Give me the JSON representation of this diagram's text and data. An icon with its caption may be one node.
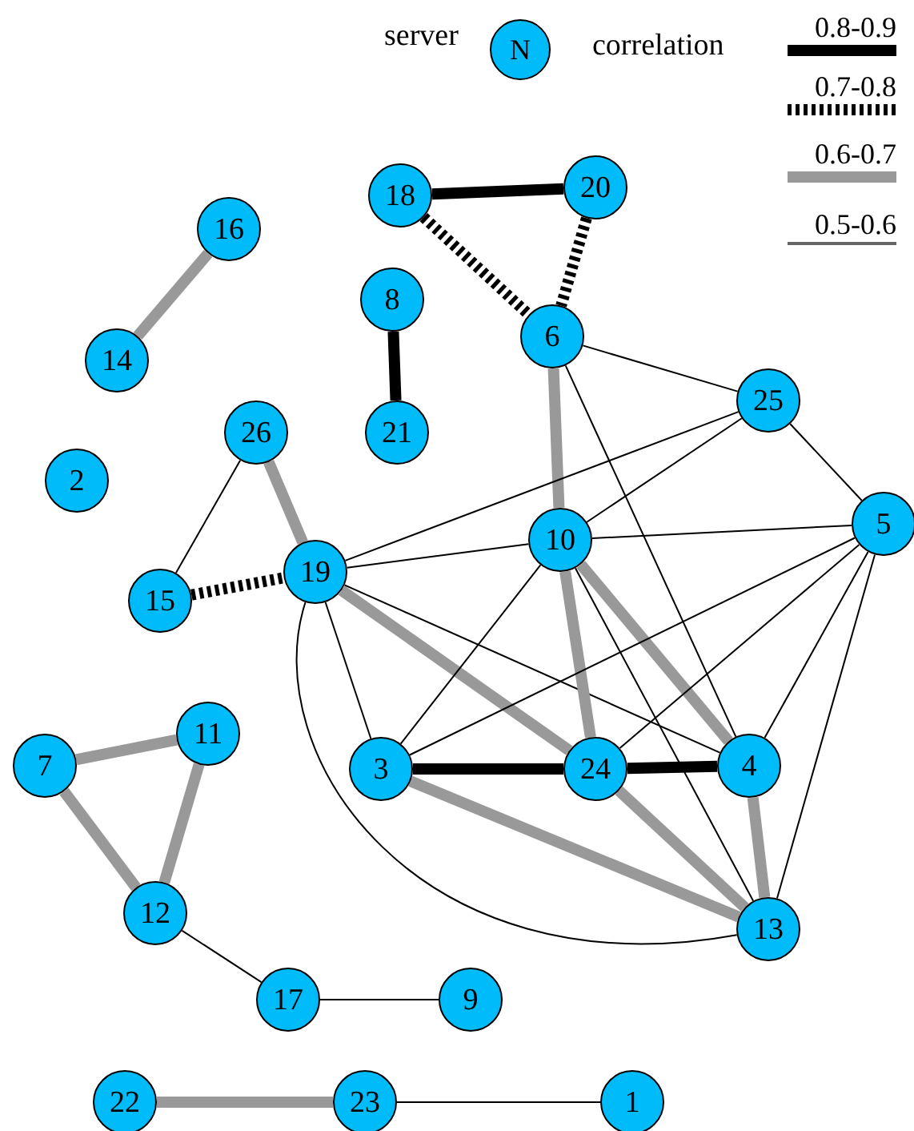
{
  "diagram": {
    "nodes": [
      {
        "text": [
          "16"
        ]
      },
      {
        "text": [
          "18"
        ]
      },
      {
        "text": [
          "20"
        ]
      },
      {
        "text": [
          "8"
        ]
      },
      {
        "text": [
          "6"
        ]
      },
      {
        "text": [
          "14"
        ]
      },
      {
        "text": [
          "25"
        ]
      },
      {
        "text": [
          "26"
        ]
      },
      {
        "text": [
          "21"
        ]
      },
      {
        "text": [
          "2"
        ]
      },
      {
        "text": [
          "5"
        ]
      },
      {
        "text": [
          "10"
        ]
      },
      {
        "text": [
          "19"
        ]
      },
      {
        "text": [
          "15"
        ]
      },
      {
        "text": [
          "7"
        ]
      },
      {
        "text": [
          "11"
        ]
      },
      {
        "text": [
          "3"
        ]
      },
      {
        "text": [
          "24"
        ]
      },
      {
        "text": [
          "4"
        ]
      },
      {
        "text": [
          "12"
        ]
      },
      {
        "text": [
          "13"
        ]
      },
      {
        "text": [
          "17"
        ]
      },
      {
        "text": [
          "9"
        ]
      },
      {
        "text": [
          "22"
        ]
      },
      {
        "text": [
          "23"
        ]
      },
      {
        "text": [
          "1"
        ]
      }
    ],
    "edges": [
      {
        "from": 0,
        "to": 5,
        "arrow": "none",
        "style": "thick",
        "color": "#999999"
      },
      {
        "from": 1,
        "to": 2,
        "arrow": "none",
        "style": "thick"
      },
      {
        "from": 1,
        "to": 4,
        "arrow": "none",
        "style": "dashed"
      },
      {
        "from": 2,
        "to": 4,
        "arrow": "none",
        "style": "dashed"
      },
      {
        "from": 3,
        "to": 8,
        "arrow": "none",
        "style": "thick"
      },
      {
        "from": 4,
        "to": 11,
        "arrow": "none",
        "style": "thick",
        "color": "#999999"
      },
      {
        "from": 4,
        "to": 6,
        "arrow": "none"
      },
      {
        "from": 4,
        "to": 18,
        "arrow": "none"
      },
      {
        "from": 6,
        "to": 12,
        "arrow": "none"
      },
      {
        "from": 6,
        "to": 11,
        "arrow": "none"
      },
      {
        "from": 6,
        "to": 10,
        "arrow": "none"
      },
      {
        "from": 7,
        "to": 12,
        "arrow": "none",
        "style": "thick",
        "color": "#999999"
      },
      {
        "from": 7,
        "to": 13,
        "arrow": "none"
      },
      {
        "from": 13,
        "to": 12,
        "arrow": "none",
        "style": "dashed"
      },
      {
        "from": 12,
        "to": 11,
        "arrow": "none"
      },
      {
        "from": 12,
        "to": 16,
        "arrow": "none"
      },
      {
        "from": 12,
        "to": 17,
        "arrow": "none",
        "style": "thick",
        "color": "#999999"
      },
      {
        "from": 12,
        "to": 18,
        "arrow": "none"
      },
      {
        "from": 12,
        "to": 20,
        "arrow": "none"
      },
      {
        "from": 11,
        "to": 10,
        "arrow": "none"
      },
      {
        "from": 11,
        "to": 16,
        "arrow": "none"
      },
      {
        "from": 11,
        "to": 17,
        "arrow": "none",
        "style": "thick",
        "color": "#999999"
      },
      {
        "from": 11,
        "to": 18,
        "arrow": "none",
        "style": "thick",
        "color": "#999999"
      },
      {
        "from": 11,
        "to": 20,
        "arrow": "none"
      },
      {
        "from": 10,
        "to": 16,
        "arrow": "none"
      },
      {
        "from": 10,
        "to": 17,
        "arrow": "none"
      },
      {
        "from": 10,
        "to": 18,
        "arrow": "none"
      },
      {
        "from": 10,
        "to": 20,
        "arrow": "none"
      },
      {
        "from": 16,
        "to": 17,
        "arrow": "none",
        "style": "thick"
      },
      {
        "from": 17,
        "to": 18,
        "arrow": "none",
        "style": "thick"
      },
      {
        "from": 16,
        "to": 20,
        "arrow": "none",
        "style": "thick",
        "color": "#999999"
      },
      {
        "from": 17,
        "to": 20,
        "arrow": "none",
        "style": "thick",
        "color": "#999999"
      },
      {
        "from": 18,
        "to": 20,
        "arrow": "none",
        "style": "thick",
        "color": "#999999"
      },
      {
        "from": 14,
        "to": 15,
        "arrow": "none",
        "style": "thick",
        "color": "#999999"
      },
      {
        "from": 14,
        "to": 19,
        "arrow": "none",
        "style": "thick",
        "color": "#999999"
      },
      {
        "from": 15,
        "to": 19,
        "arrow": "none",
        "style": "thick",
        "color": "#999999"
      },
      {
        "from": 19,
        "to": 21,
        "arrow": "none"
      },
      {
        "from": 21,
        "to": 22,
        "arrow": "none"
      },
      {
        "from": 23,
        "to": 24,
        "arrow": "none",
        "style": "thick",
        "color": "#999999"
      },
      {
        "from": 24,
        "to": 25,
        "arrow": "none"
      }
    ],
    "labels": [
      "N",
      "correlation"
    ],
    "legend": [
      {
        "text": "server"
      },
      {
        "text": "0.8-0.9"
      },
      {
        "text": "0.7-0.8"
      },
      {
        "text": "0.6-0.7"
      },
      {
        "text": "0.5-0.6"
      }
    ]
  }
}
